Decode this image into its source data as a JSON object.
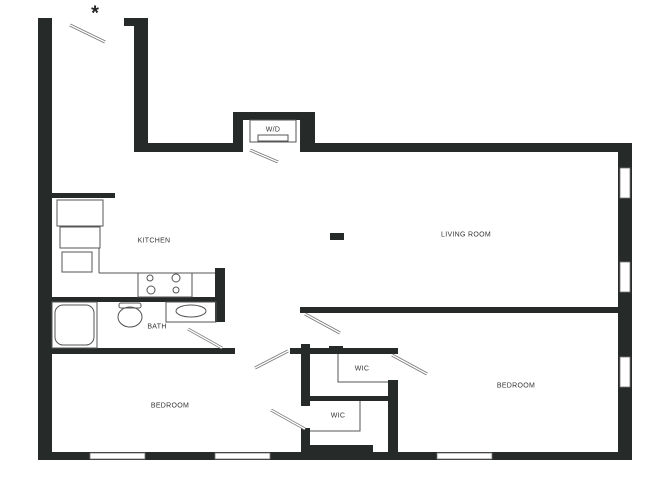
{
  "plan": {
    "rooms": {
      "kitchen": "KITCHEN",
      "living_room": "LIVING ROOM",
      "bath": "BATH",
      "bedroom_left": "BEDROOM",
      "bedroom_right": "BEDROOM",
      "wic_upper": "WIC",
      "wic_lower": "WIC",
      "washer_dryer": "W/D"
    },
    "entry_marker": "*",
    "colors": {
      "wall": "#262a28",
      "background": "#ffffff"
    }
  }
}
